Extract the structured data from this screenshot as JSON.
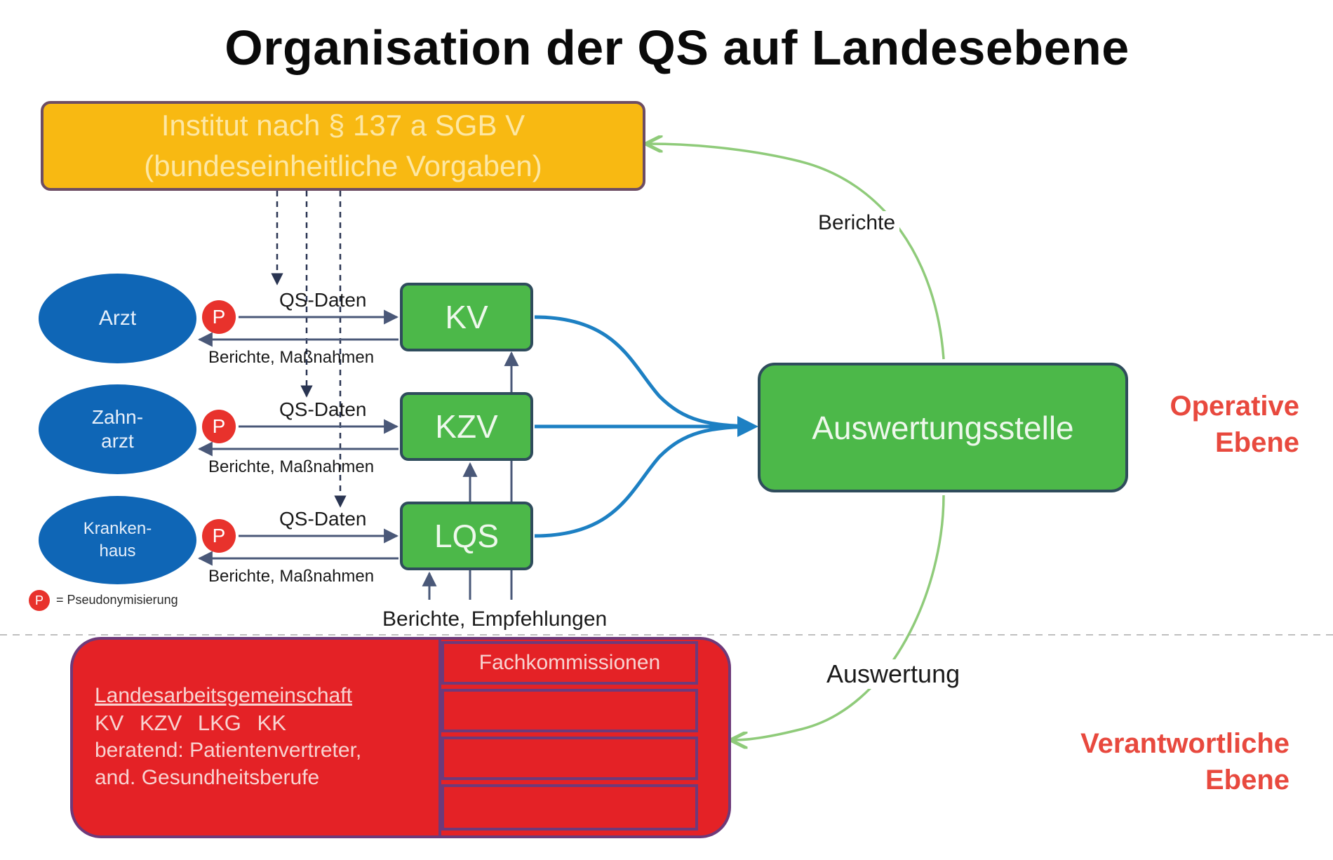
{
  "title": "Organisation der QS auf Landesebene",
  "institut": {
    "line1": "Institut nach § 137 a SGB V",
    "line2": "(bundeseinheitliche Vorgaben)"
  },
  "providers": [
    {
      "line1": "Arzt",
      "line2": ""
    },
    {
      "line1": "Zahn-",
      "line2": "arzt"
    },
    {
      "line1": "Kranken-",
      "line2": "haus"
    }
  ],
  "pseudonym_marker": "P",
  "flow_labels": {
    "qs_daten": "QS-Daten",
    "berichte_massnahmen": "Berichte, Maßnahmen"
  },
  "bodies": [
    "KV",
    "KZV",
    "LQS"
  ],
  "auswertungsstelle": "Auswertungsstelle",
  "edge_labels": {
    "berichte": "Berichte",
    "berichte_empfehlungen": "Berichte, Empfehlungen",
    "auswertung": "Auswertung"
  },
  "legend": {
    "marker": "P",
    "text": "= Pseudonymisierung"
  },
  "levels": {
    "operative": {
      "line1": "Operative",
      "line2": "Ebene"
    },
    "verantwortliche": {
      "line1": "Verantwortliche",
      "line2": "Ebene"
    }
  },
  "lag": {
    "title": "Landesarbeitsgemeinschaft",
    "members": "KV   KZV   LKG   KK",
    "line3": "beratend: Patientenvertreter,",
    "line4": "and. Gesundheitsberufe",
    "fachkommissionen": "Fachkommissionen"
  },
  "colors": {
    "institut_fill": "#f8b912",
    "provider_fill": "#0f66b6",
    "node_fill": "#4cb849",
    "lag_fill": "#e42226",
    "pseudonym_fill": "#e8322c",
    "level_label": "#e8493e",
    "feedback_arrow": "#8fcb7a",
    "data_arrow": "#1d80c3"
  }
}
